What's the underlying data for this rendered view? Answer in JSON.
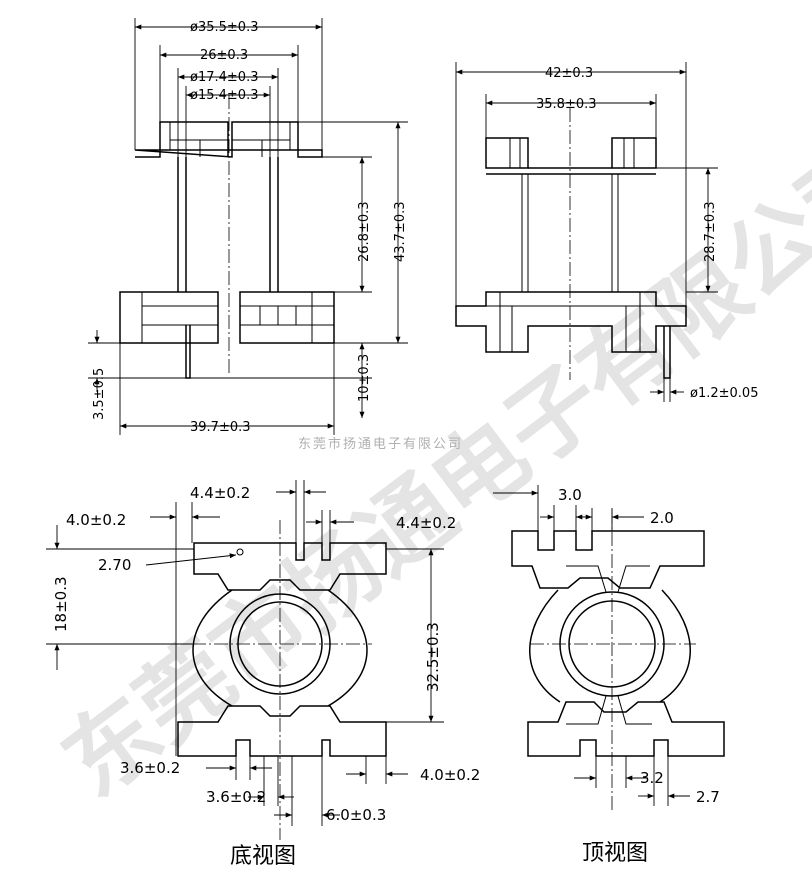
{
  "front_view": {
    "dims": {
      "outer_dia": "ø35.5±0.3",
      "width_26": "26±0.3",
      "inner_dia_17": "ø17.4±0.3",
      "inner_dia_15": "ø15.4±0.3",
      "height_26_8": "26.8±0.3",
      "height_43_7": "43.7±0.3",
      "pin_len_10": "10±0.3",
      "pin_3_5": "3.5±0.5",
      "base_39_7": "39.7±0.3"
    }
  },
  "side_view": {
    "dims": {
      "width_42": "42±0.3",
      "width_35_8": "35.8±0.3",
      "height_28_7": "28.7±0.3",
      "pin_dia": "ø1.2±0.05"
    }
  },
  "bottom_view": {
    "caption": "底视图",
    "dims": {
      "d_4_4_top": "4.4±0.2",
      "d_4_0_left": "4.0±0.2",
      "d_4_4_right": "4.4±0.2",
      "d_2_70": "2.70",
      "d_18": "18±0.3",
      "d_32_5": "32.5±0.3",
      "d_3_6_a": "3.6±0.2",
      "d_3_6_b": "3.6±0.2",
      "d_4_0_right": "4.0±0.2",
      "d_6_0": "6.0±0.3"
    }
  },
  "top_view": {
    "caption": "顶视图",
    "dims": {
      "d_3_0": "3.0",
      "d_2_0": "2.0",
      "d_3_2": "3.2",
      "d_2_7": "2.7"
    }
  },
  "watermark": {
    "large": "东莞市扬通电子有限公司",
    "small": "东莞市扬通电子有限公司"
  }
}
